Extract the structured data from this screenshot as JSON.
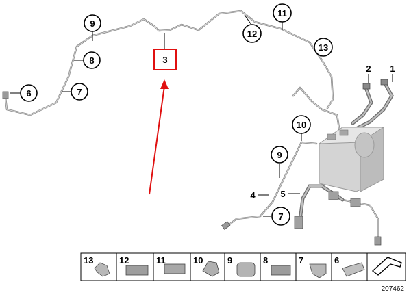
{
  "callouts": {
    "c9_top": "9",
    "c8": "8",
    "c6": "6",
    "c7_left": "7",
    "c3": "3",
    "c12": "12",
    "c11": "11",
    "c13": "13",
    "c2": "2",
    "c1": "1",
    "c10": "10",
    "c9_bottom": "9",
    "c4": "4",
    "c5": "5",
    "c7_bottom": "7"
  },
  "parts_strip": {
    "items": [
      "13",
      "12",
      "11",
      "10",
      "9",
      "8",
      "7",
      "6"
    ]
  },
  "drawing_number": "207462",
  "colors": {
    "highlight": "#e01010",
    "pipe": "#8a8a8a",
    "unit": "#cfcfcf"
  }
}
